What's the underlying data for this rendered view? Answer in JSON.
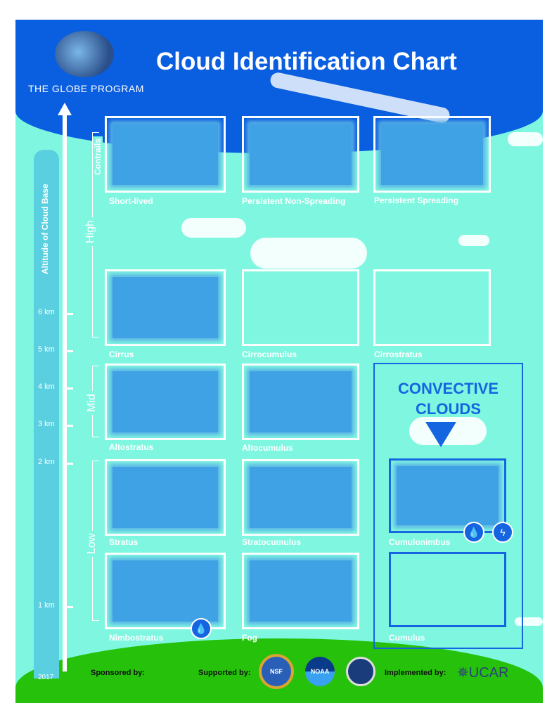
{
  "header": {
    "title": "Cloud Identification Chart",
    "logo_text": "THE GLOBE PROGRAM"
  },
  "axis": {
    "label": "Altitude of Cloud Base",
    "year": "2017",
    "ticks": [
      "6 km",
      "5 km",
      "4 km",
      "3 km",
      "2 km",
      "1 km"
    ]
  },
  "groups": {
    "contrails": "Contrails",
    "high": "High",
    "mid": "Mid",
    "low": "Low"
  },
  "clouds": {
    "short_lived": "Short-lived",
    "persistent_non_spreading": "Persistent Non-Spreading",
    "persistent_spreading": "Persistent Spreading",
    "cirrus": "Cirrus",
    "cirrocumulus": "Cirrocumulus",
    "cirrostratus": "Cirrostratus",
    "altostratus": "Altostratus",
    "altocumulus": "Altocumulus",
    "stratus": "Stratus",
    "stratocumulus": "Stratocumulus",
    "cumulonimbus": "Cumulonimbus",
    "nimbostratus": "Nimbostratus",
    "fog": "Fog",
    "cumulus": "Cumulus"
  },
  "convective": {
    "line1": "CONVECTIVE",
    "line2": "CLOUDS"
  },
  "footer": {
    "sponsored": "Sponsored by:",
    "supported": "Supported by:",
    "implemented": "Implemented by:",
    "nsf": "NSF",
    "noaa": "NOAA",
    "ucar": "UCAR"
  },
  "colors": {
    "sky": "#0a5ee0",
    "background": "#7ff7e0",
    "ground": "#26c10a",
    "accent": "#1565e0"
  }
}
